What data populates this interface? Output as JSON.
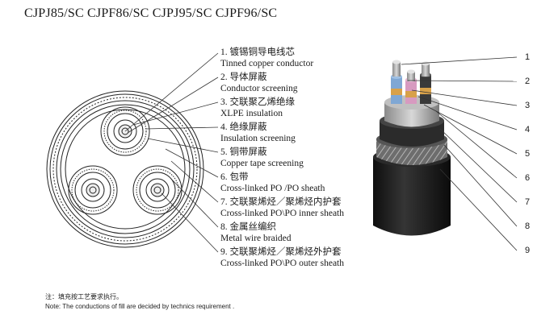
{
  "title": "CJPJ85/SC CJPF86/SC CJPJ95/SC CJPF96/SC",
  "layers": [
    {
      "number": "1",
      "cn": "镀锡铜导电线芯",
      "en": "Tinned copper conductor"
    },
    {
      "number": "2",
      "cn": "导体屏蔽",
      "en": "Conductor screening"
    },
    {
      "number": "3",
      "cn": "交联聚乙烯绝缘",
      "en": "XLPE insulation"
    },
    {
      "number": "4",
      "cn": "绝缘屏蔽",
      "en": "Insulation screening"
    },
    {
      "number": "5",
      "cn": "铜带屏蔽",
      "en": "Copper tape screening"
    },
    {
      "number": "6",
      "cn": "包带",
      "en": "Cross-linked PO /PO sheath"
    },
    {
      "number": "7",
      "cn": "交联聚烯烃／聚烯烃内护套",
      "en": "Cross-linked PO\\PO inner sheath"
    },
    {
      "number": "8",
      "cn": "金属丝编织",
      "en": "Metal wire braided"
    },
    {
      "number": "9",
      "cn": "交联聚烯烃／聚烯烃外护套",
      "en": "Cross-linked PO\\PO outer sheath"
    }
  ],
  "note": {
    "cn": "注：填充按工艺要求执行。",
    "en": "Note: The conductions of fill are decided by technics requirement ."
  },
  "colors": {
    "outer_sheath": "#1e1e1e",
    "braid": "#8a8a8a",
    "inner_sheath": "#3a3a3a",
    "copper_tape": "#d8a14a",
    "insulation_blue": "#7fa7d4",
    "insulation_pink": "#d79ac0",
    "conductor": "#c9c9c9"
  }
}
